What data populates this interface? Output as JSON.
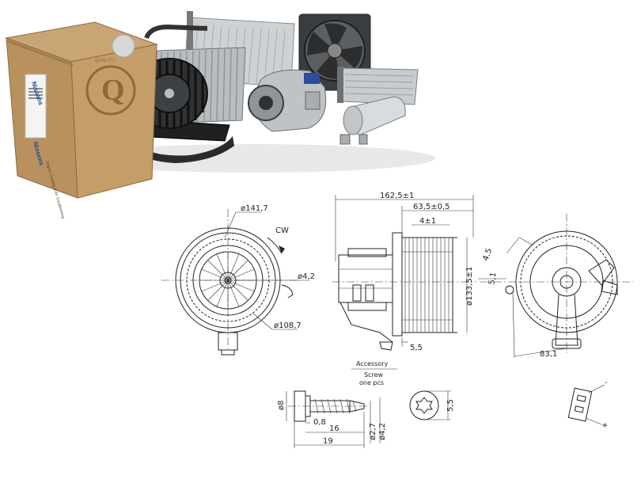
{
  "box": {
    "brand_top": "Nissens",
    "brand_side": "Nissens",
    "side_text": "Engine Cooling & Air Conditioning",
    "side_label": "Q",
    "stamp": "QUALITY"
  },
  "diagram": {
    "front": {
      "outer_dia": "ø141,7",
      "rotation": "CW",
      "hub_dia": "ø4,2",
      "inner_dia": "ø108,7"
    },
    "side": {
      "total_length": "162,5±1",
      "motor_length": "63,5±0,5",
      "flange_width": "4±1",
      "wheel_dia": "ø133,5±1",
      "offset": "5,5"
    },
    "back": {
      "angle_a": "4,5",
      "angle_b": "5,1",
      "arm_length": "83,1"
    },
    "accessory": {
      "title": "Accessory",
      "item": "Screw",
      "qty": "one pcs",
      "head_dia": "ø8",
      "head_height": "0,8",
      "thread_length": "16",
      "total_length": "19",
      "shank_dia": "ø2,7",
      "thread_dia": "ø4,2",
      "socket": "5,5"
    },
    "connector": {
      "minus": "-",
      "plus": "+"
    }
  }
}
